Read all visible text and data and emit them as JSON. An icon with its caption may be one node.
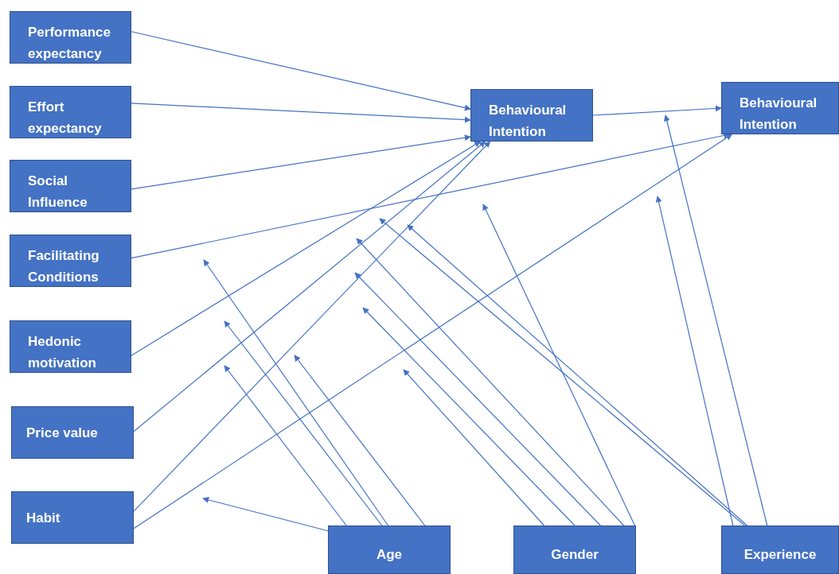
{
  "diagram": {
    "nodes": [
      {
        "text": [
          "Performance expectancy"
        ]
      },
      {
        "text": [
          "Effort expectancy"
        ]
      },
      {
        "text": [
          "Social Influence"
        ]
      },
      {
        "text": [
          "Facilitating Conditions"
        ]
      },
      {
        "text": [
          "Hedonic motivation"
        ]
      },
      {
        "text": [
          "Price value"
        ]
      },
      {
        "text": [
          "Habit"
        ]
      },
      {
        "text": [
          "Behavioural Intention"
        ]
      },
      {
        "text": [
          "Behavioural Intention"
        ]
      },
      {
        "text": [
          "Age"
        ]
      },
      {
        "text": [
          "Gender"
        ]
      },
      {
        "text": [
          "Experience"
        ]
      }
    ],
    "edges": [
      {
        "from": 0,
        "to": 7,
        "arrow": "to"
      },
      {
        "from": 1,
        "to": 7,
        "arrow": "to"
      },
      {
        "from": 2,
        "to": 7,
        "arrow": "to"
      },
      {
        "from": 3,
        "to": 8,
        "arrow": "to"
      },
      {
        "from": 4,
        "to": 7,
        "arrow": "to"
      },
      {
        "from": 5,
        "to": 7,
        "arrow": "to"
      },
      {
        "from": 6,
        "to": 7,
        "arrow": "to"
      },
      {
        "from": 6,
        "to": 8,
        "arrow": "to"
      },
      {
        "from": 7,
        "to": 8,
        "arrow": "to"
      },
      {
        "from": 9,
        "to": null,
        "arrow": "to"
      },
      {
        "from": 9,
        "to": null,
        "arrow": "to"
      },
      {
        "from": 9,
        "to": null,
        "arrow": "to"
      },
      {
        "from": 9,
        "to": null,
        "arrow": "to"
      },
      {
        "from": 9,
        "to": null,
        "arrow": "to"
      },
      {
        "from": 10,
        "to": null,
        "arrow": "to"
      },
      {
        "from": 10,
        "to": null,
        "arrow": "to"
      },
      {
        "from": 10,
        "to": null,
        "arrow": "to"
      },
      {
        "from": 10,
        "to": null,
        "arrow": "to"
      },
      {
        "from": 10,
        "to": null,
        "arrow": "to"
      },
      {
        "from": 11,
        "to": null,
        "arrow": "to"
      },
      {
        "from": 11,
        "to": null,
        "arrow": "to"
      },
      {
        "from": 11,
        "to": null,
        "arrow": "to"
      },
      {
        "from": 11,
        "to": null,
        "arrow": "to"
      }
    ]
  }
}
